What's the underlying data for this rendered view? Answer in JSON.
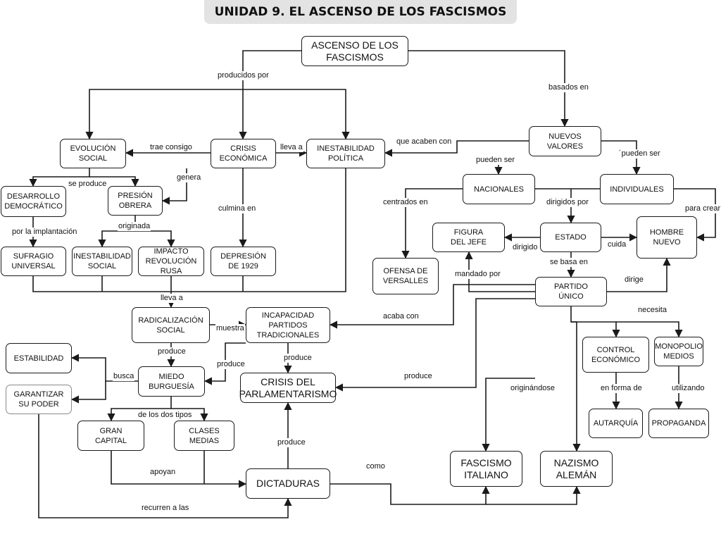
{
  "title": "UNIDAD 9. EL ASCENSO DE LOS FASCISMOS",
  "colors": {
    "line": "#1a1a1a",
    "title_bg": "#e3e3e3"
  },
  "nodes": {
    "ascenso": "ASCENSO DE LOS\nFASCISMOS",
    "evolucion": "EVOLUCIÓN\nSOCIAL",
    "crisis_eco": "CRISIS\nECONÓMICA",
    "inestab_pol": "INESTABILIDAD\nPOLÍTICA",
    "nuevos_valores": "NUEVOS\nVALORES",
    "desarrollo": "DESARROLLO\nDEMOCRÁTICO",
    "presion": "PRESIÓN\nOBRERA",
    "nacionales": "NACIONALES",
    "individuales": "INDIVIDUALES",
    "sufragio": "SUFRAGIO\nUNIVERSAL",
    "inestab_soc": "INESTABILIDAD\nSOCIAL",
    "impacto": "IMPACTO\nREVOLUCIÓN\nRUSA",
    "depresion": "DEPRESIÓN\nDE 1929",
    "figura": "FIGURA\nDEL JEFE",
    "estado": "ESTADO",
    "hombre": "HOMBRE\nNUEVO",
    "ofensa": "OFENSA DE\nVERSALLES",
    "partido": "PARTIDO\nÚNICO",
    "radical": "RADICALIZACIÓN\nSOCIAL",
    "incapacidad": "INCAPACIDAD\nPARTIDOS\nTRADICIONALES",
    "estabilidad": "ESTABILIDAD",
    "miedo": "MIEDO\nBURGUESÍA",
    "garantizar": "GARANTIZAR\nSU PODER",
    "crisis_parl": "CRISIS DEL\nPARLAMENTARISMO",
    "control": "CONTROL\nECONÓMICO",
    "monopolio": "MONOPOLIO\nMEDIOS",
    "gran_capital": "GRAN\nCAPITAL",
    "clases_medias": "CLASES\nMEDIAS",
    "autarquia": "AUTARQUÍA",
    "propaganda": "PROPAGANDA",
    "fascismo_it": "FASCISMO\nITALIANO",
    "nazismo": "NAZISMO\nALEMÁN",
    "dictaduras": "DICTADURAS"
  },
  "labels": {
    "producidos_por": "producidos por",
    "basados_en": "basados en",
    "trae_consigo": "trae consigo",
    "lleva_a_1": "lleva a",
    "que_acaben_con": "que acaben con",
    "genera": "genera",
    "pueden_ser_1": "pueden ser",
    "pueden_ser_2": "´pueden ser",
    "se_produce": "se produce",
    "centrados_en": "centrados en",
    "dirigidos_por": "dirigidos por",
    "para_crear": "para crear",
    "culmina_en": "culmina en",
    "por_la_implantacion": "por la implantación",
    "originada": "originada",
    "dirigido": "dirigido",
    "cuida": "cuida",
    "se_basa_en": "se basa en",
    "mandado_por": "mandado por",
    "dirige": "dirige",
    "lleva_a_2": "lleva a",
    "acaba_con": "acaba con",
    "necesita": "necesita",
    "muestra": "muestra",
    "produce_1": "produce",
    "produce_2": "produce",
    "produce_3": "produce",
    "produce_4": "produce",
    "produce_5": "produce",
    "busca": "busca",
    "originandose": "originándose",
    "en_forma_de": "en forma de",
    "utilizando": "utilizando",
    "de_los_dos_tipos": "de los dos tipos",
    "apoyan": "apoyan",
    "como": "como",
    "recurren_a_las": "recurren a las"
  }
}
